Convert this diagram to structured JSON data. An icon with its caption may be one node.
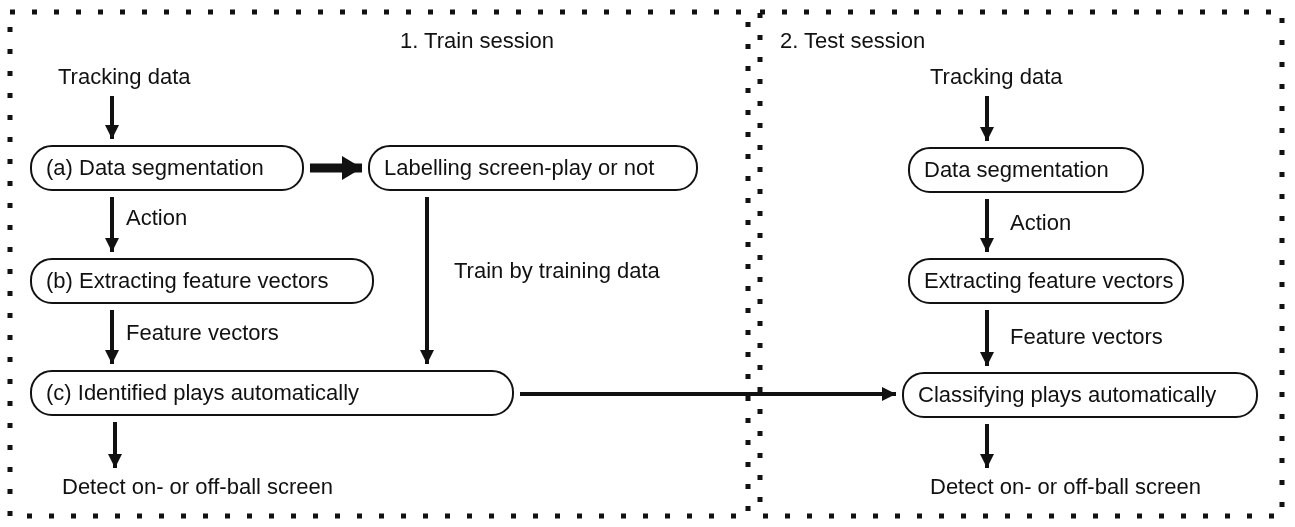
{
  "diagram": {
    "nodes": [
      {
        "text": [
          "1. Train session"
        ]
      },
      {
        "text": [
          "Tracking data"
        ],
        "in": 0
      },
      {
        "text": [
          "(a) Data segmentation"
        ],
        "in": 0
      },
      {
        "text": [
          "Labelling screen-play or not"
        ],
        "in": 0
      },
      {
        "text": [
          "(b) Extracting feature vectors"
        ],
        "in": 0
      },
      {
        "text": [
          "(c) Identified plays automatically"
        ],
        "in": 0
      },
      {
        "text": [
          "Detect on- or off-ball screen"
        ],
        "in": 0
      },
      {
        "text": [
          "2. Test session"
        ]
      },
      {
        "text": [
          "Tracking data"
        ],
        "in": 7
      },
      {
        "text": [
          "Data segmentation"
        ],
        "in": 7
      },
      {
        "text": [
          "Extracting feature vectors"
        ],
        "in": 7
      },
      {
        "text": [
          "Classifying plays automatically"
        ],
        "in": 7
      },
      {
        "text": [
          "Detect on- or off-ball screen"
        ],
        "in": 7
      }
    ],
    "edges": [
      {
        "from": 1,
        "to": 2,
        "arrow": "to"
      },
      {
        "from": 2,
        "to": 3,
        "arrow": "to",
        "style": "thick"
      },
      {
        "from": 2,
        "to": 4,
        "arrow": "to",
        "label": "Action"
      },
      {
        "from": 3,
        "to": 5,
        "arrow": "to",
        "label": "Train by training data"
      },
      {
        "from": 4,
        "to": 5,
        "arrow": "to",
        "label": "Feature vectors"
      },
      {
        "from": 5,
        "to": 6,
        "arrow": "to"
      },
      {
        "from": 5,
        "to": 11,
        "arrow": "to"
      },
      {
        "from": 8,
        "to": 9,
        "arrow": "to"
      },
      {
        "from": 9,
        "to": 10,
        "arrow": "to",
        "label": "Action"
      },
      {
        "from": 10,
        "to": 11,
        "arrow": "to",
        "label": "Feature vectors"
      },
      {
        "from": 11,
        "to": 12,
        "arrow": "to"
      }
    ]
  }
}
